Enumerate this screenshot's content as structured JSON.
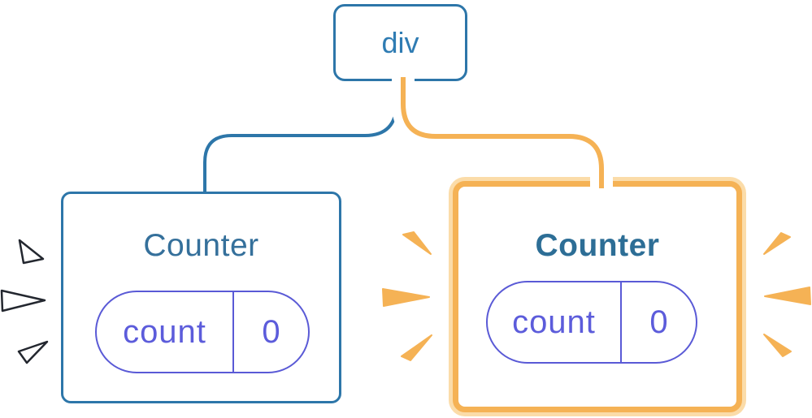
{
  "diagram": {
    "title": "component-tree-state-diagram",
    "root_node": {
      "label": "div"
    },
    "left_counter": {
      "title": "Counter",
      "highlighted": false,
      "state": {
        "key": "count",
        "value": "0"
      }
    },
    "right_counter": {
      "title": "Counter",
      "highlighted": true,
      "state": {
        "key": "count",
        "value": "0"
      }
    }
  },
  "colors": {
    "node_border_blue": "#2D76A9",
    "root_label_blue": "#2F7CB3",
    "title_blue": "#35709B",
    "title_blue_bold": "#2D6E96",
    "state_purple_border": "#5A5AD6",
    "state_purple_text": "#5C5CDB",
    "highlight_orange": "#F5B255",
    "highlight_peach": "#FBDCA9",
    "spark_dark": "#23272F",
    "casing_white": "#ffffff",
    "background": "#ffffff"
  }
}
